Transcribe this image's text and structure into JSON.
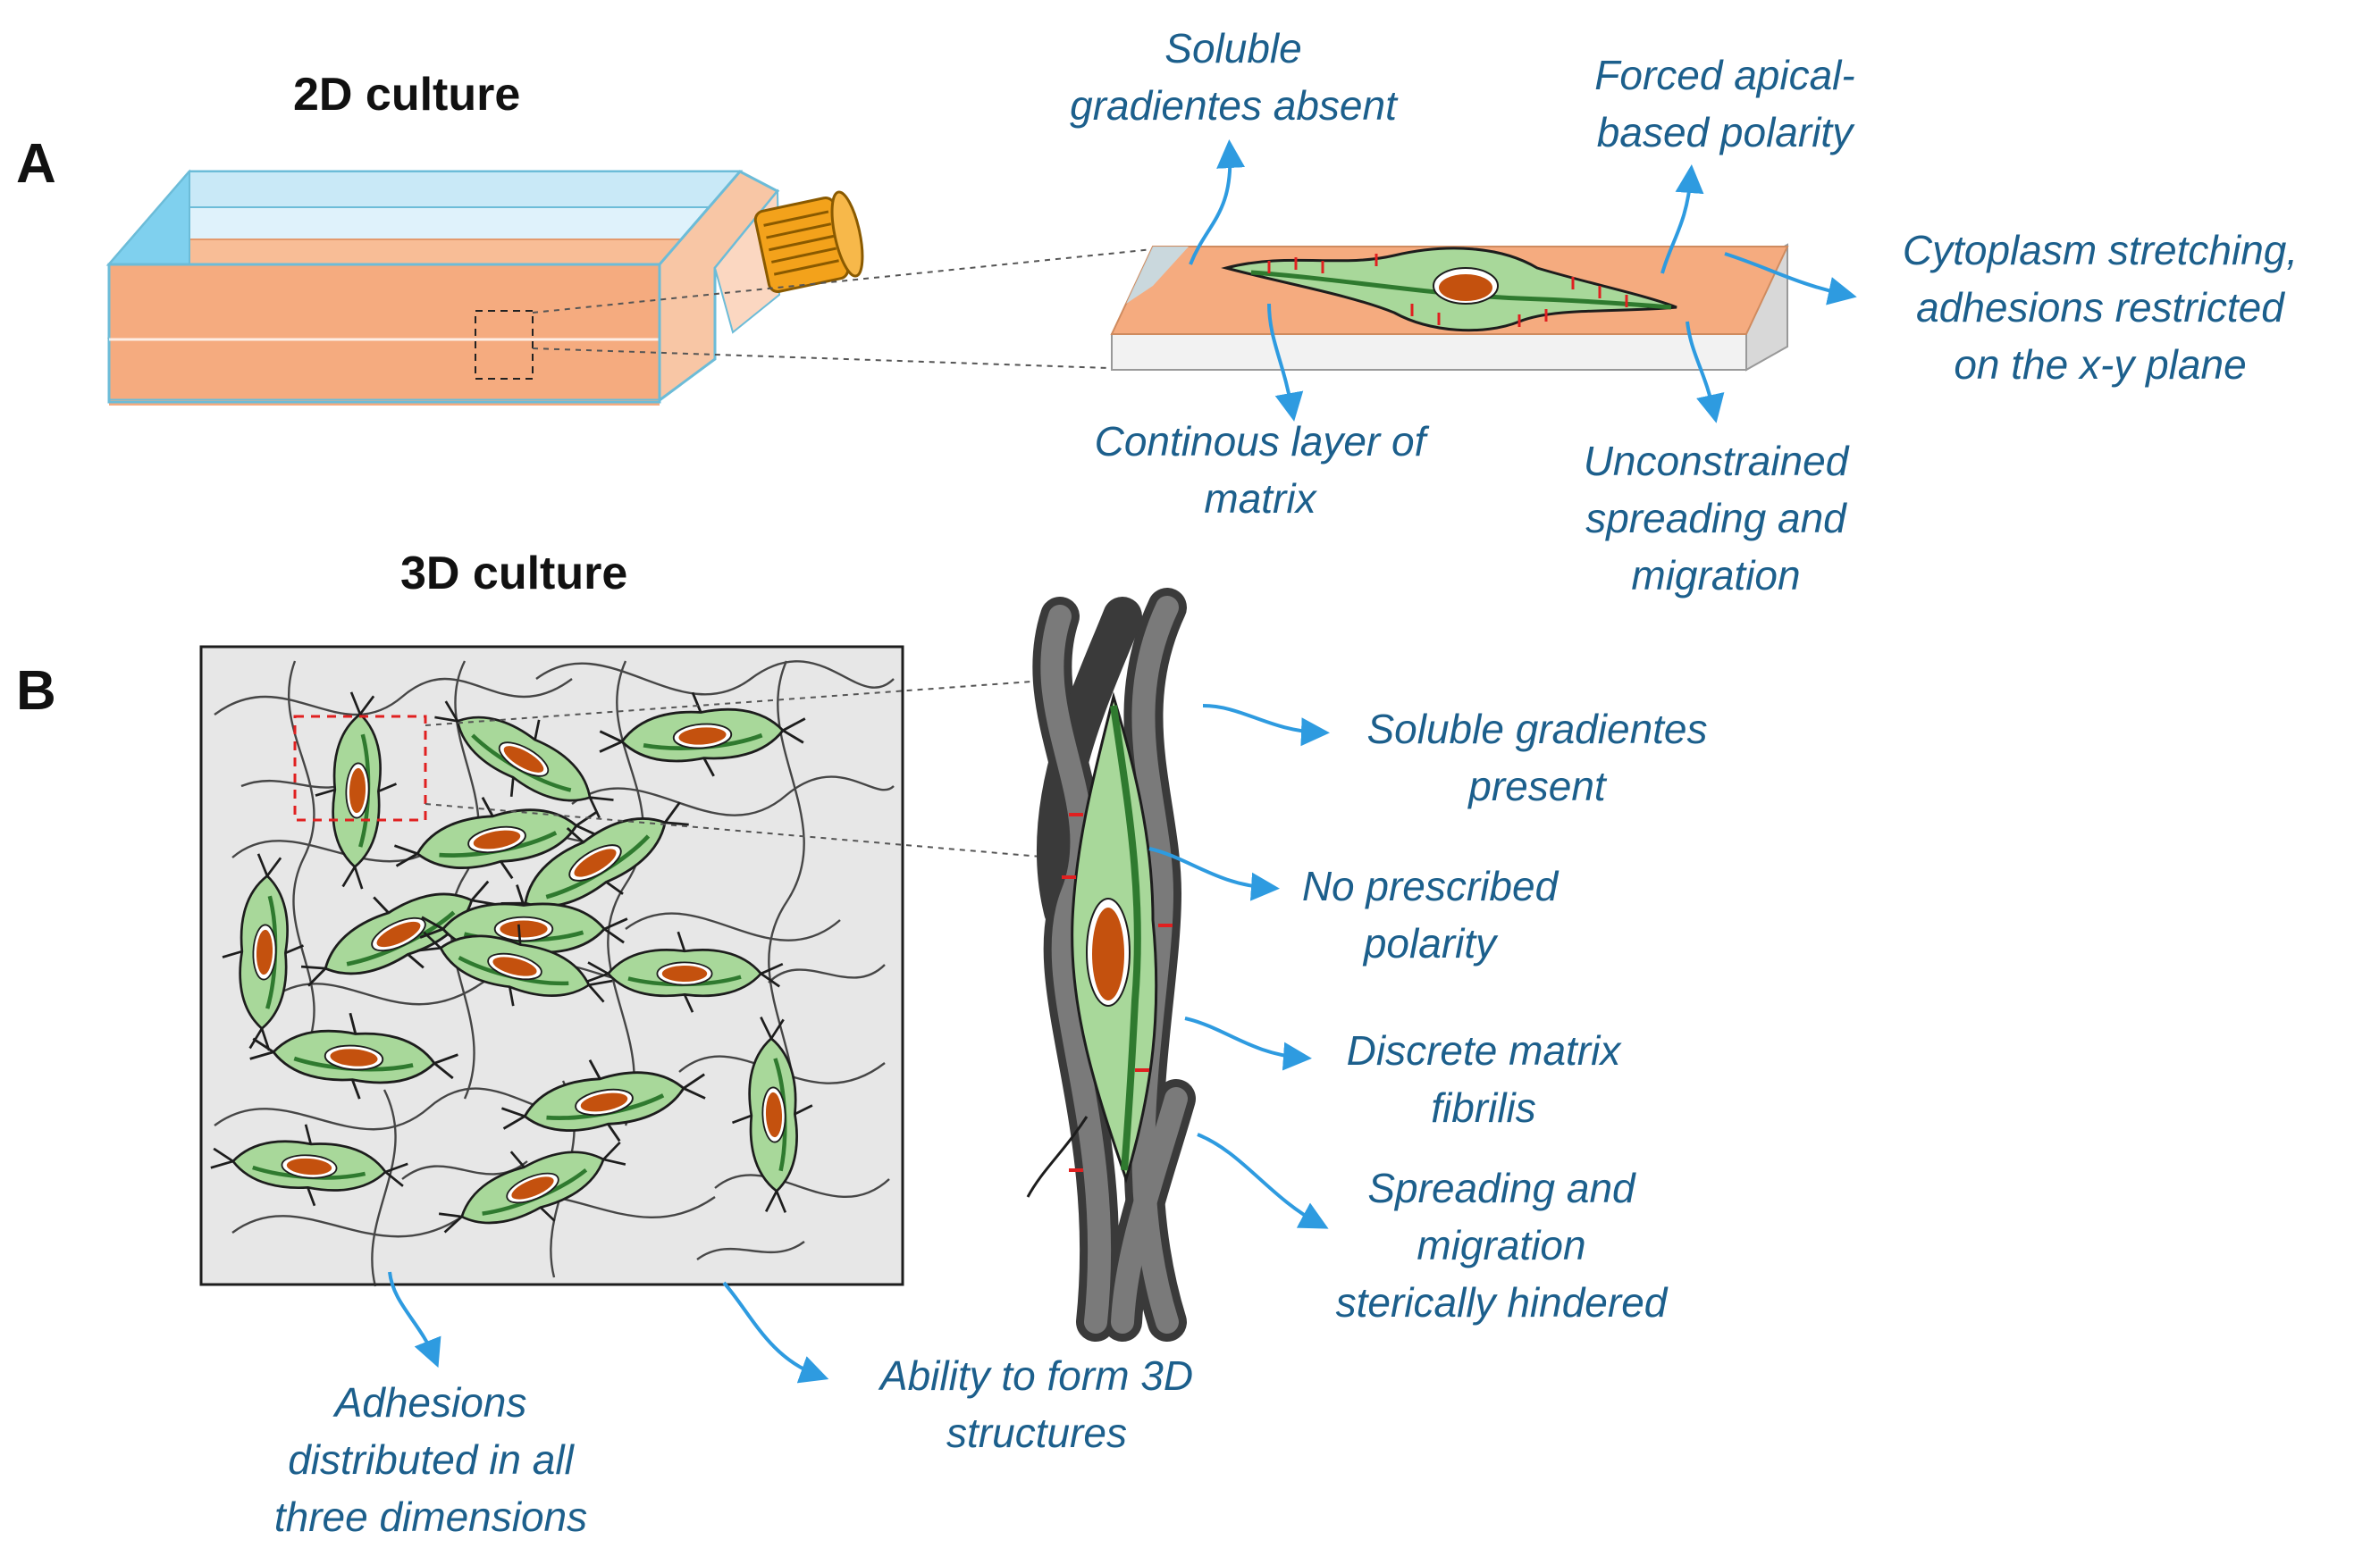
{
  "panels": {
    "a": {
      "letter": "A",
      "title": "2D culture"
    },
    "b": {
      "letter": "B",
      "title": "3D culture"
    }
  },
  "labels_2d": {
    "soluble_absent": [
      "Soluble",
      "gradientes absent"
    ],
    "apical_polarity": [
      "Forced apical-",
      "based polarity"
    ],
    "cytoplasm": [
      "Cytoplasm stretching,",
      "adhesions restricted",
      "on the x-y plane"
    ],
    "continuous_matrix": [
      "Continous layer of",
      "matrix"
    ],
    "unconstrained": [
      "Unconstrained",
      "spreading and",
      "migration"
    ]
  },
  "labels_3d": {
    "soluble_present": [
      "Soluble gradientes",
      "present"
    ],
    "no_polarity": [
      "No prescribed",
      "polarity"
    ],
    "discrete_fibrils": [
      "Discrete matrix",
      "fibrilis"
    ],
    "hindered": [
      "Spreading and",
      "migration",
      "sterically hindered"
    ],
    "adhesions_3d": [
      "Adhesions",
      "distributed in all",
      "three dimensions"
    ],
    "structures": [
      "Ability to form 3D",
      "structures"
    ]
  },
  "colors": {
    "label_text": "#1c5f8c",
    "arrow": "#2e9be0",
    "medium": "#f5ab7f",
    "cell_fill": "#a8d89a",
    "cell_dark": "#2f7a2f",
    "nucleus": "#c4510e",
    "fiber": "#5a5a5a",
    "cap": "#f3a21b",
    "matrix_box": "#e7e7e7"
  }
}
